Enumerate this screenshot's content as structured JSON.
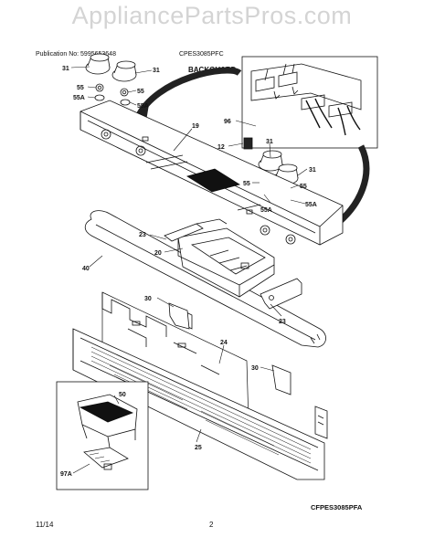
{
  "watermark": "AppliancePartsPros.com",
  "header": {
    "publication": "Publication No: 5995653648",
    "model": "CPES3085PFC",
    "section": "BACKGUARD"
  },
  "footer": {
    "date": "11/14",
    "page": "2"
  },
  "diagram_code": "CFPES3085PFA",
  "parts": {
    "p31a": "31",
    "p31b": "31",
    "p31c": "31",
    "p31d": "31",
    "p55a": "55",
    "p55b": "55",
    "p55c": "55",
    "p55d": "55",
    "p55Aa": "55A",
    "p55Ab": "55A",
    "p55Ac": "55A",
    "p55Ad": "55A",
    "p19": "19",
    "p96": "96",
    "p12": "12",
    "p23a": "23",
    "p23b": "23",
    "p20": "20",
    "p40": "40",
    "p30a": "30",
    "p30b": "30",
    "p24": "24",
    "p50": "50",
    "p25": "25",
    "p97A": "97A"
  }
}
